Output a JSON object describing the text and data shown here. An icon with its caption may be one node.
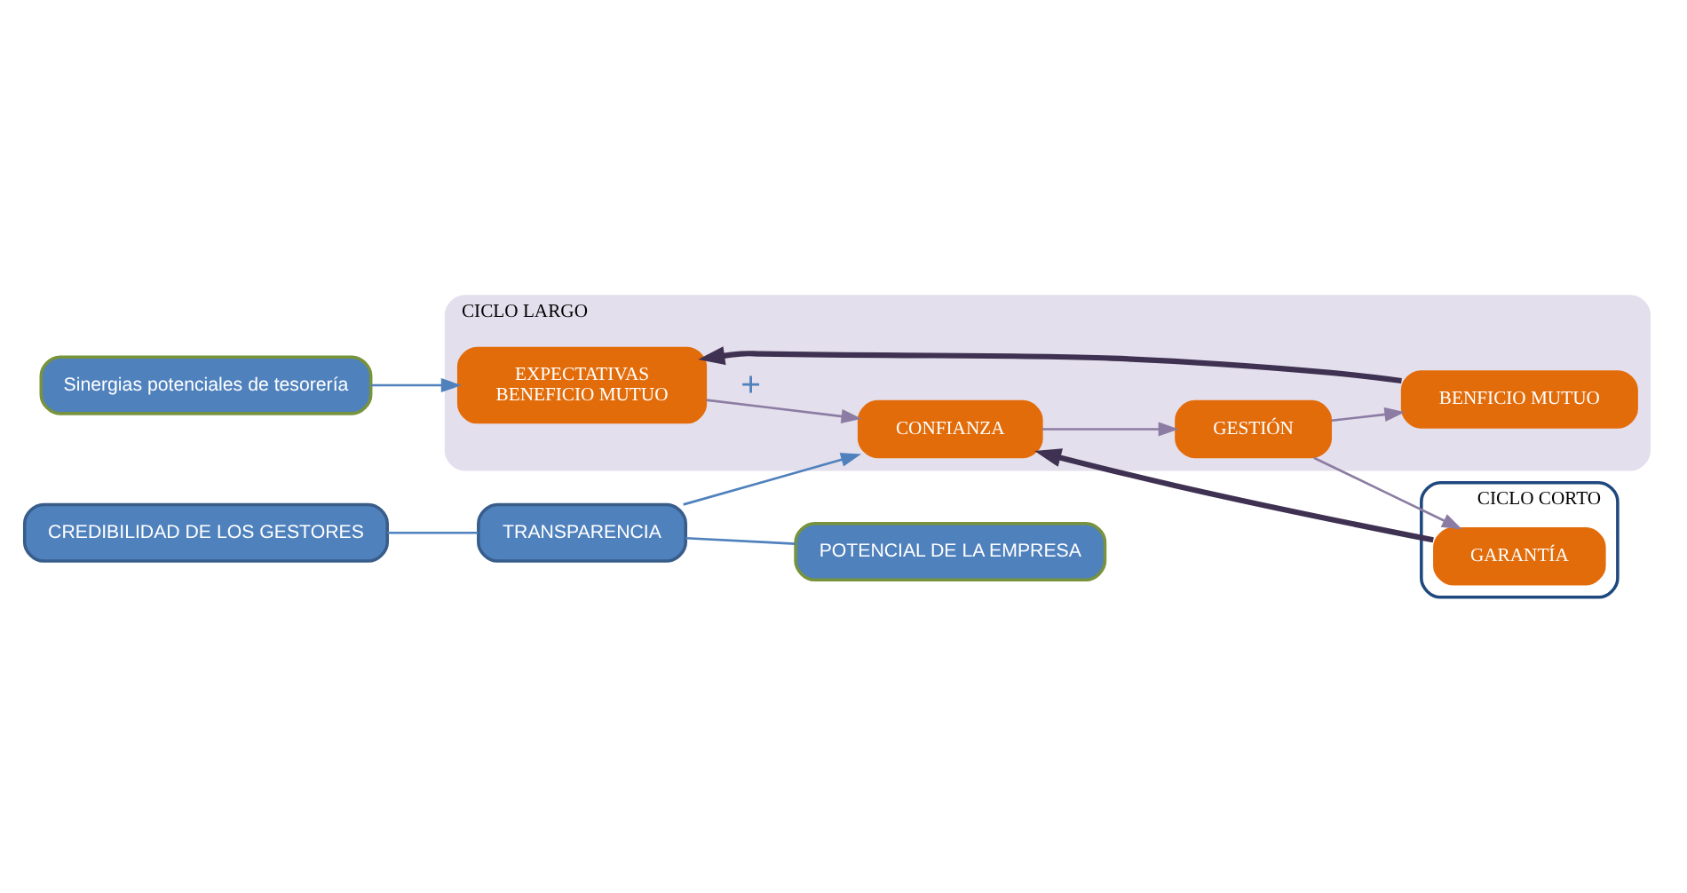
{
  "diagram": {
    "nodes": [
      {
        "text": [
          "CICLO CORTO"
        ]
      },
      {
        "text": [
          "Sinergias potenciales de tesorería"
        ]
      },
      {
        "text": [
          "GARANTÍA"
        ],
        "in": 0
      },
      {
        "text": [
          "CICLO LARGO"
        ]
      },
      {
        "text": [
          "EXPECTATIVAS",
          "BENEFICIO MUTUO"
        ],
        "in": 3
      },
      {
        "text": [
          "CONFIANZA"
        ],
        "in": 3
      },
      {
        "text": [
          "GESTIÓN"
        ],
        "in": 3
      },
      {
        "text": [
          "BENFICIO MUTUO"
        ],
        "in": 3
      },
      {
        "text": [
          "TRANSPARENCIA"
        ]
      },
      {
        "text": [
          "CREDIBILIDAD DE LOS GESTORES"
        ]
      },
      {
        "text": [
          "POTENCIAL DE LA EMPRESA"
        ]
      }
    ],
    "edges": [
      {
        "from": 1,
        "to": 4,
        "arrow": "to",
        "color": "#4f81bd"
      },
      {
        "from": 4,
        "to": 5,
        "arrow": "to",
        "label": "+"
      },
      {
        "from": 5,
        "to": 6,
        "arrow": "to"
      },
      {
        "from": 6,
        "to": 7,
        "arrow": "to"
      },
      {
        "from": 6,
        "to": 2,
        "arrow": "to"
      },
      {
        "from": 2,
        "to": 5,
        "arrow": "to",
        "style": "thick",
        "color": "#3f3151"
      },
      {
        "from": 7,
        "to": 4,
        "arrow": "to",
        "style": "thick",
        "color": "#3f3151"
      },
      {
        "from": 8,
        "to": 5,
        "arrow": "to",
        "color": "#4f81bd"
      },
      {
        "from": 9,
        "to": 8,
        "arrow": "none",
        "color": "#4f81bd"
      },
      {
        "from": 8,
        "to": 10,
        "arrow": "none",
        "color": "#4f81bd"
      }
    ]
  }
}
